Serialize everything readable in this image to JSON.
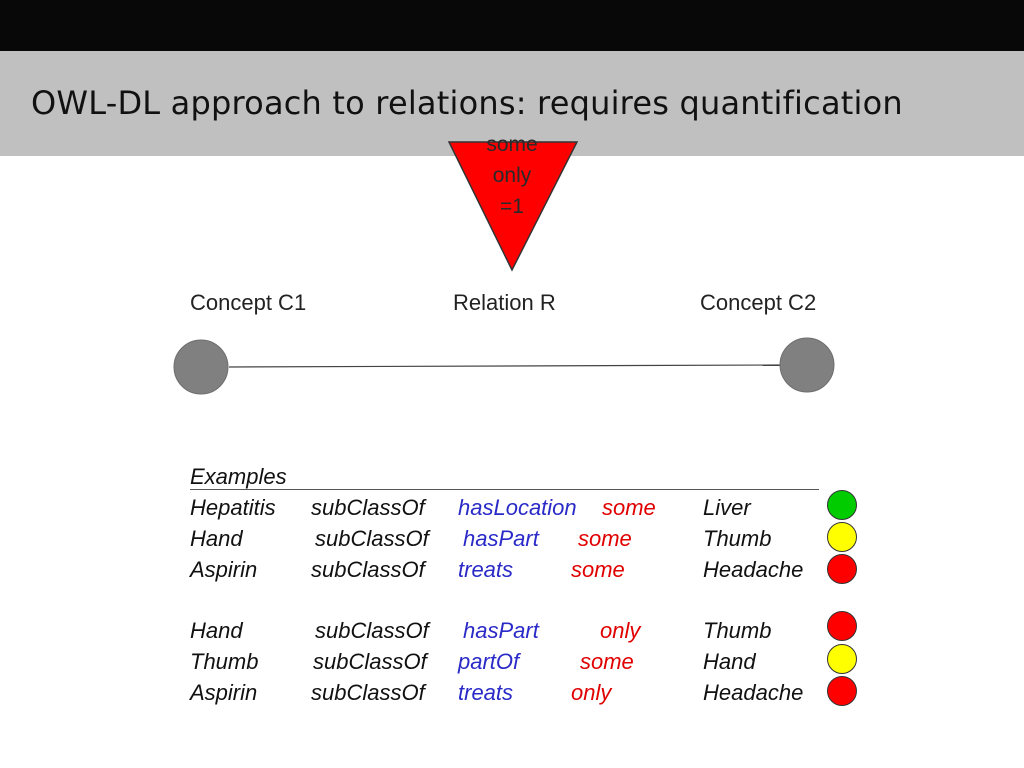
{
  "title": "OWL-DL approach to relations: requires quantification",
  "quantifiers": [
    "some",
    "only",
    "=1"
  ],
  "labels": {
    "concept1": "Concept C1",
    "relation": "Relation R",
    "concept2": "Concept C2"
  },
  "examples_heading": "Examples",
  "examples": [
    {
      "subject": "Hepatitis",
      "predicate": "subClassOf",
      "relation": "hasLocation",
      "quantifier": "some",
      "object": "Liver",
      "status": "green"
    },
    {
      "subject": "Hand",
      "predicate": "subClassOf",
      "relation": "hasPart",
      "quantifier": "some",
      "object": "Thumb",
      "status": "yellow"
    },
    {
      "subject": "Aspirin",
      "predicate": "subClassOf",
      "relation": "treats",
      "quantifier": "some",
      "object": "Headache",
      "status": "red"
    },
    {
      "subject": "Hand",
      "predicate": "subClassOf",
      "relation": "hasPart",
      "quantifier": "only",
      "object": "Thumb",
      "status": "red"
    },
    {
      "subject": "Thumb",
      "predicate": "subClassOf",
      "relation": "partOf",
      "quantifier": "some",
      "object": "Hand",
      "status": "yellow"
    },
    {
      "subject": "Aspirin",
      "predicate": "subClassOf",
      "relation": "treats",
      "quantifier": "only",
      "object": "Headache",
      "status": "red"
    }
  ],
  "colors": {
    "green": "#00cc00",
    "yellow": "#ffff00",
    "red": "#ff0000",
    "triangle": "#ff0000",
    "node": "#808080"
  }
}
